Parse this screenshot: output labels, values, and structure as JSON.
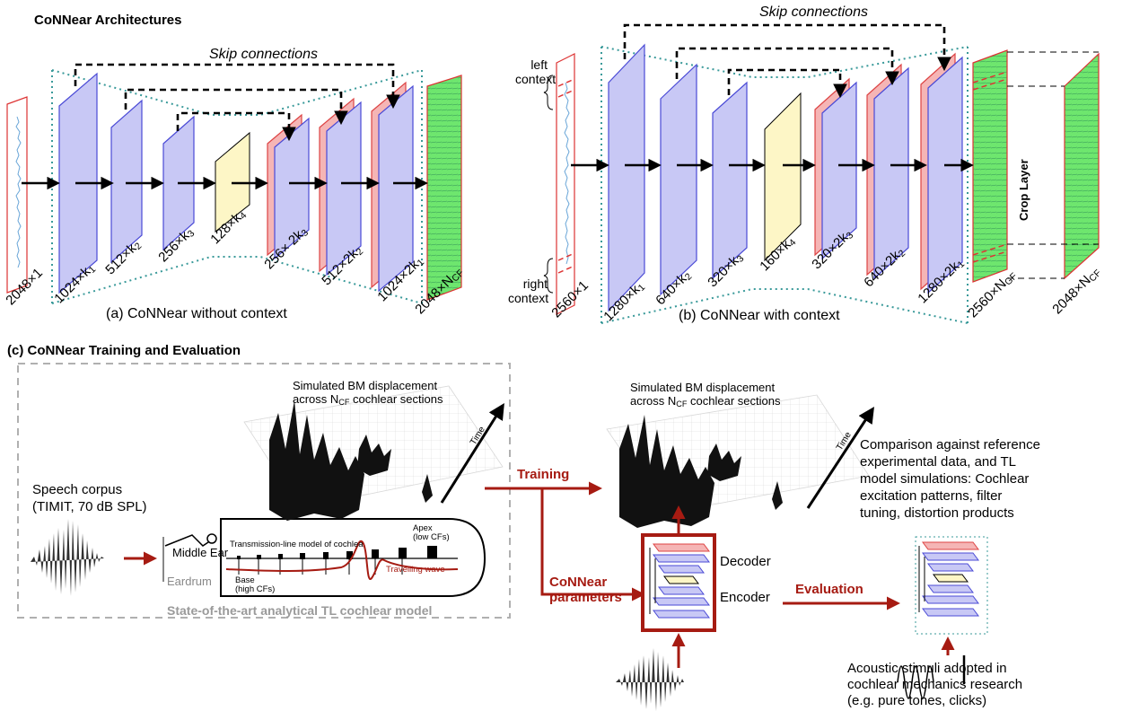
{
  "colors": {
    "encoder_fill": "#c8c8f5",
    "encoder_edge": "#4a4ad6",
    "decoder_extra_fill": "#f5b5b5",
    "bottleneck_fill": "#fdf6c6",
    "output_fill": "#6ee66e",
    "skip_teal": "#3a9a9a",
    "accent_red": "#a61b12"
  },
  "panel_a": {
    "section_title": "CoNNear Architectures",
    "skip_label": "Skip connections",
    "caption": "(a) CoNNear without context",
    "input_dim": {
      "a": "2048",
      "b": "×1",
      "sub": ""
    },
    "layers": [
      {
        "a": "1024",
        "b": "×k",
        "sub": "1"
      },
      {
        "a": "512",
        "b": "×k",
        "sub": "2"
      },
      {
        "a": "256",
        "b": "×k",
        "sub": "3"
      },
      {
        "a": "128",
        "b": "×k",
        "sub": "4"
      },
      {
        "a": "256",
        "b": "× 2k",
        "sub": "3"
      },
      {
        "a": "512",
        "b": "×2k",
        "sub": "2"
      },
      {
        "a": "1024",
        "b": "×2k",
        "sub": "1"
      }
    ],
    "output_dim": {
      "a": "2048",
      "b": "×N",
      "sub": "CF"
    }
  },
  "panel_b": {
    "skip_label": "Skip connections",
    "caption": "(b) CoNNear with context",
    "left_context": [
      "left",
      "context"
    ],
    "right_context": [
      "right",
      "context"
    ],
    "input_dim": {
      "a": "2560",
      "b": "×1",
      "sub": ""
    },
    "layers": [
      {
        "a": "1280",
        "b": "×k",
        "sub": "1"
      },
      {
        "a": "640",
        "b": "×k",
        "sub": "2"
      },
      {
        "a": "320",
        "b": "×k",
        "sub": "3"
      },
      {
        "a": "160",
        "b": "×k",
        "sub": "4"
      },
      {
        "a": "320",
        "b": "×2k",
        "sub": "3"
      },
      {
        "a": "640",
        "b": "×2k",
        "sub": "2"
      },
      {
        "a": "1280",
        "b": "×2k",
        "sub": "1"
      }
    ],
    "output_dim": {
      "a": "2560",
      "b": "×N",
      "sub": "GF"
    },
    "crop_label": "Crop Layer",
    "cropped_dim": {
      "a": "2048",
      "b": "×N",
      "sub": "CF"
    }
  },
  "panel_c": {
    "section_title": "(c) CoNNear Training and Evaluation",
    "speech_corpus": [
      "Speech corpus",
      "(TIMIT, 70 dB SPL)"
    ],
    "middle_ear": "Middle Ear",
    "eardrum": "Eardrum",
    "tl_model": "Transmission-line model of cochlea",
    "apex": [
      "Apex",
      "(low CFs)"
    ],
    "base": [
      "Base",
      "(high CFs)"
    ],
    "travelling_wave": "Travelling wave",
    "tl_box_caption": "State-of-the-art analytical TL cochlear model",
    "bm_left": {
      "line1": "Simulated BM displacement",
      "pre": "across N",
      "sub": "CF",
      "post": " cochlear sections"
    },
    "bm_right": {
      "line1": "Simulated BM displacement",
      "pre": "across N",
      "sub": "CF",
      "post": " cochlear sections"
    },
    "time_label": "Time",
    "training": "Training",
    "parameters": [
      "CoNNear",
      "parameters"
    ],
    "decoder": "Decoder",
    "encoder": "Encoder",
    "evaluation": "Evaluation",
    "comparison": [
      "Comparison against reference",
      "experimental data, and TL",
      "model simulations: Cochlear",
      "excitation patterns, filter",
      "tuning, distortion products"
    ],
    "stimuli": [
      "Acoustic stimuli adopted in",
      "cochlear mechanics research",
      "(e.g. pure tones, clicks)"
    ]
  }
}
